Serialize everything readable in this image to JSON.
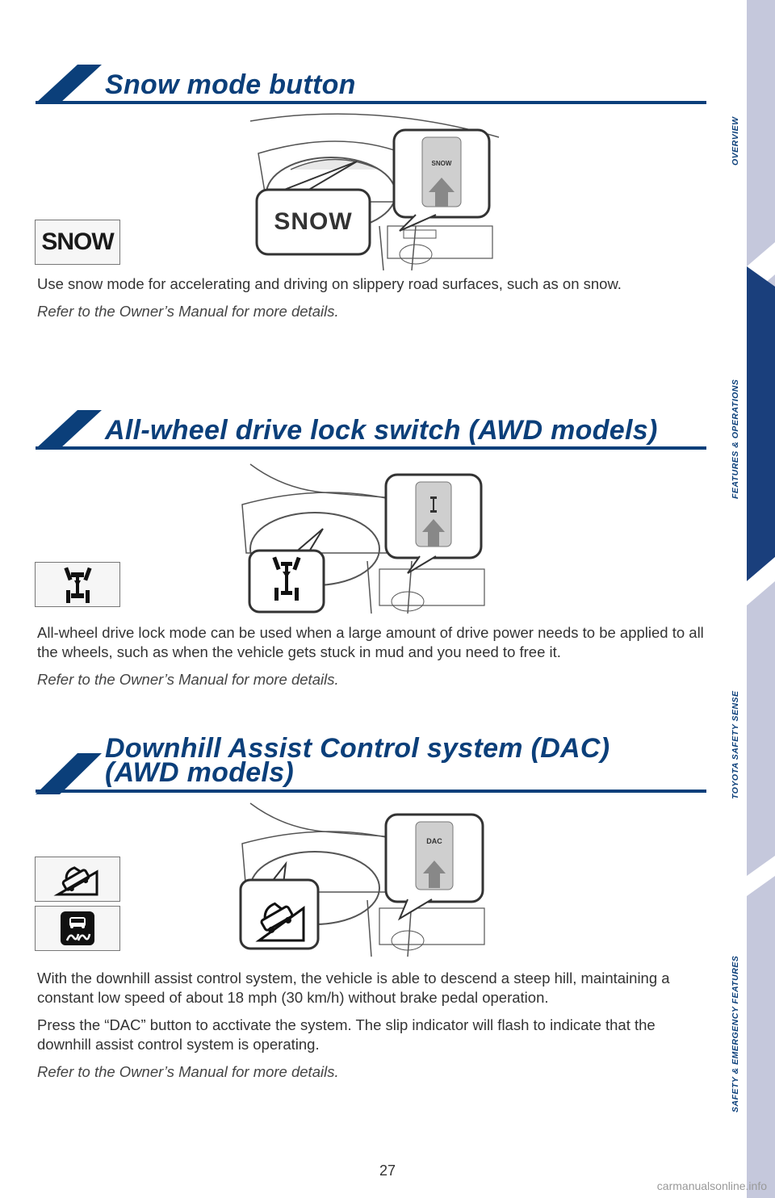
{
  "sections": [
    {
      "title_line1": "Snow mode button",
      "title_line2": "",
      "icon": "snow-text-icon",
      "icon_text": "SNOW",
      "callout_text": "SNOW",
      "button_text": "SNOW",
      "paragraphs": [
        "Use snow mode for accelerating and driving on slippery road surfaces, such as on snow."
      ],
      "reference": "Refer to the Owner’s Manual for more details."
    },
    {
      "title_line1": "All-wheel drive lock switch (AWD models)",
      "title_line2": "",
      "icon": "awd-lock-icon",
      "paragraphs": [
        "All-wheel drive lock mode can be used when a large amount of drive power needs to be applied to all the wheels, such as when the vehicle gets stuck in mud and you need to free it."
      ],
      "reference": "Refer to the Owner’s Manual for more details."
    },
    {
      "title_line1": "Downhill Assist Control system (DAC)",
      "title_line2": "(AWD models)",
      "icons": [
        "downhill-assist-icon",
        "slip-indicator-icon"
      ],
      "button_text": "DAC",
      "paragraphs": [
        "With the downhill assist control system, the vehicle is able to descend a steep hill, maintaining a constant low speed of about 18 mph (30 km/h) without brake pedal operation.",
        "Press the “DAC” button to acctivate the system. The slip indicator will flash to indicate that the downhill assist control system is operating."
      ],
      "reference": "Refer to the Owner’s Manual for more details."
    }
  ],
  "side_tabs": [
    "OVERVIEW",
    "FEATURES & OPERATIONS",
    "TOYOTA SAFETY SENSE",
    "SAFETY & EMERGENCY FEATURES"
  ],
  "page_number": "27",
  "watermark": "carmanualsonline.info",
  "colors": {
    "brand_blue": "#0b3f7a",
    "sidebar": "#c5c8dc",
    "tab_active": "#1a3f7c"
  }
}
